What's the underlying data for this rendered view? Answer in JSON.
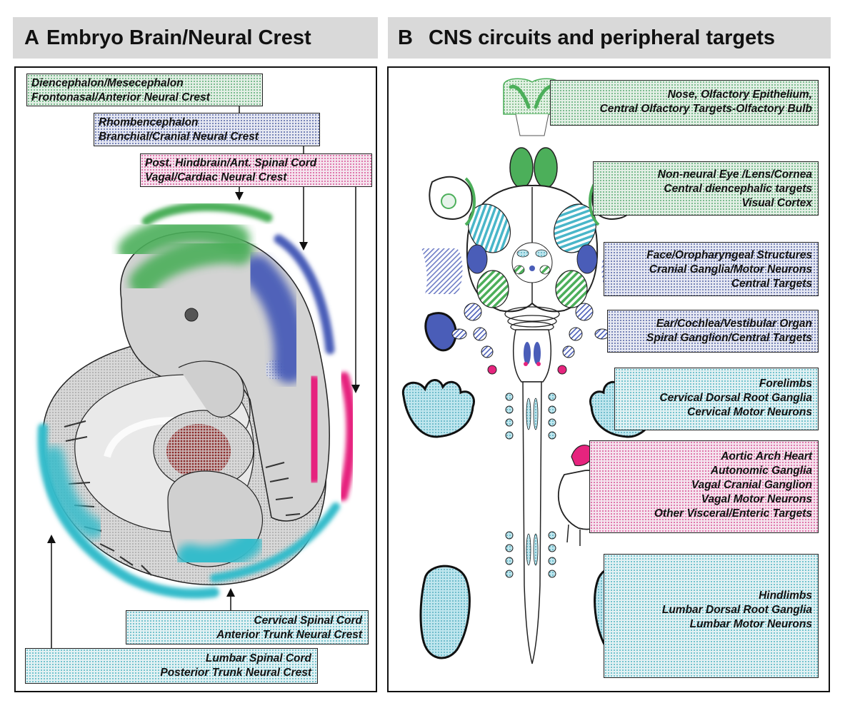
{
  "panel_a": {
    "letter": "A",
    "title": "Embryo Brain/Neural Crest",
    "labels": {
      "diencephalon": [
        "Diencephalon/Mesecephalon",
        "Frontonasal/Anterior Neural Crest"
      ],
      "rhombencephalon": [
        "Rhombencephalon",
        "Branchial/Cranial Neural Crest"
      ],
      "hindbrain": [
        "Post. Hindbrain/Ant. Spinal Cord",
        "Vagal/Cardiac Neural Crest"
      ],
      "cervical": [
        "Cervical Spinal Cord",
        "Anterior Trunk Neural Crest"
      ],
      "lumbar": [
        "Lumbar Spinal Cord",
        "Posterior Trunk Neural Crest"
      ]
    }
  },
  "panel_b": {
    "letter": "B",
    "title": "CNS circuits and peripheral targets",
    "labels": {
      "nose": [
        "Nose, Olfactory Epithelium,",
        "Central Olfactory Targets-Olfactory Bulb"
      ],
      "eye": [
        "Non-neural Eye /Lens/Cornea",
        "Central diencephalic targets",
        "Visual Cortex"
      ],
      "face": [
        "Face/Oropharyngeal Structures",
        "Cranial Ganglia/Motor Neurons",
        "Central Targets"
      ],
      "ear": [
        "Ear/Cochlea/Vestibular Organ",
        "Spiral Ganglion/Central Targets"
      ],
      "forelimbs": [
        "Forelimbs",
        "Cervical Dorsal Root Ganglia",
        "Cervical Motor Neurons"
      ],
      "heart": [
        "Aortic Arch Heart",
        "Autonomic Ganglia",
        "Vagal Cranial Ganglion",
        "Vagal Motor Neurons",
        "Other Visceral/Enteric Targets"
      ],
      "hindlimbs": [
        "Hindlimbs",
        "Lumbar Dorsal Root Ganglia",
        "Lumbar Motor Neurons"
      ]
    }
  },
  "colors": {
    "green": "#4caf5a",
    "blue": "#4a5db8",
    "pink": "#e6247e",
    "cyan": "#35bccb",
    "header_bg": "#d9d9d9",
    "outline": "#111111"
  },
  "icons": [
    "embryo-illustration",
    "brain-dorsal-view",
    "nose-icon",
    "eye-icon",
    "face-icon",
    "ear-icon",
    "hand-icon",
    "heart-icon",
    "foot-icon"
  ]
}
